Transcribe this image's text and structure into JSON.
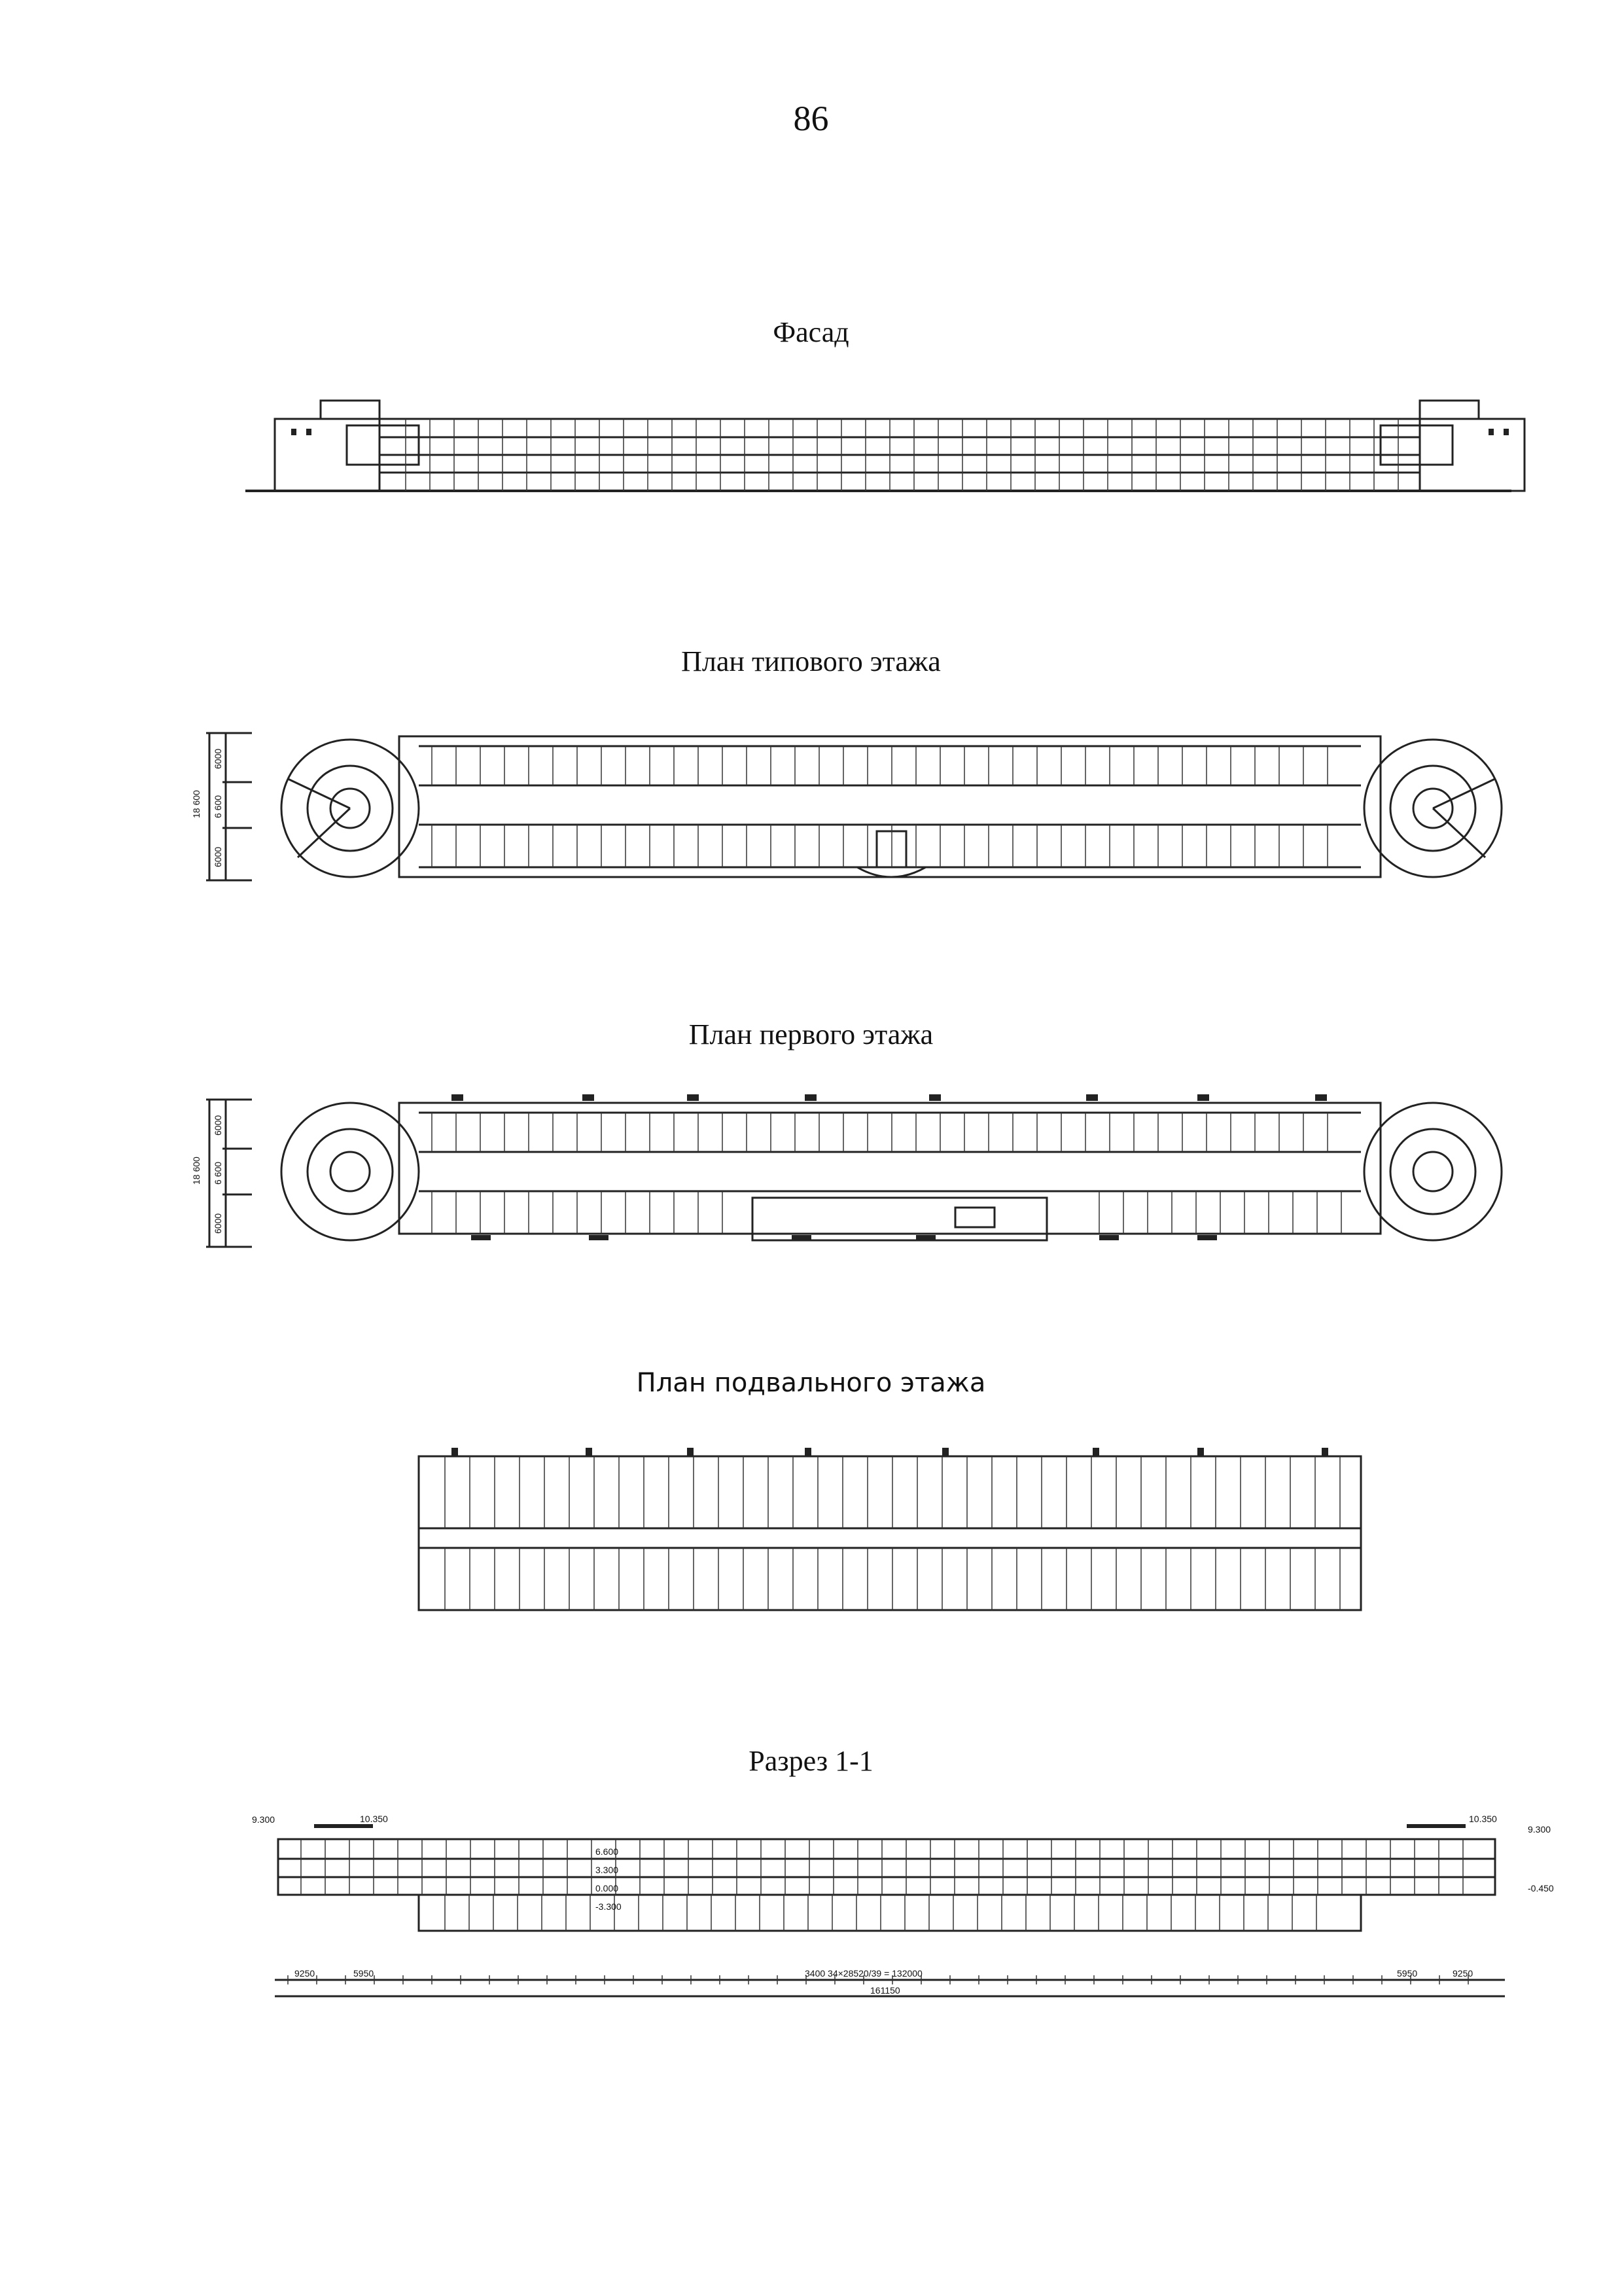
{
  "page": {
    "number": "86"
  },
  "sections": {
    "facade": {
      "title": "Фасад"
    },
    "typical_floor": {
      "title": "План типового этажа",
      "dimensions": {
        "total": "18 600",
        "segment_top": "6000",
        "segment_mid": "6 600",
        "segment_bottom": "6000"
      }
    },
    "first_floor": {
      "title": "План первого этажа",
      "dimensions": {
        "total": "18 600",
        "segment_top": "6000",
        "segment_mid": "6 600",
        "segment_bottom": "6000"
      }
    },
    "basement": {
      "title": "План подвального этажа"
    },
    "section_1_1": {
      "title": "Разрез 1-1",
      "levels": {
        "left_top": "9.300",
        "left_parapet": "10.350",
        "right_parapet": "10.350",
        "right_top": "9.300",
        "right_ground": "-0.450",
        "floor_3": "6.600",
        "floor_2": "3.300",
        "floor_1": "0.000",
        "basement": "-3.300"
      },
      "dimension_chain": {
        "left_outer": "9250",
        "left_inner": "5950",
        "middle": "3400  34×28520/39 = 132000",
        "right_inner": "5950",
        "right_outer": "9250",
        "total": "161150"
      }
    }
  }
}
